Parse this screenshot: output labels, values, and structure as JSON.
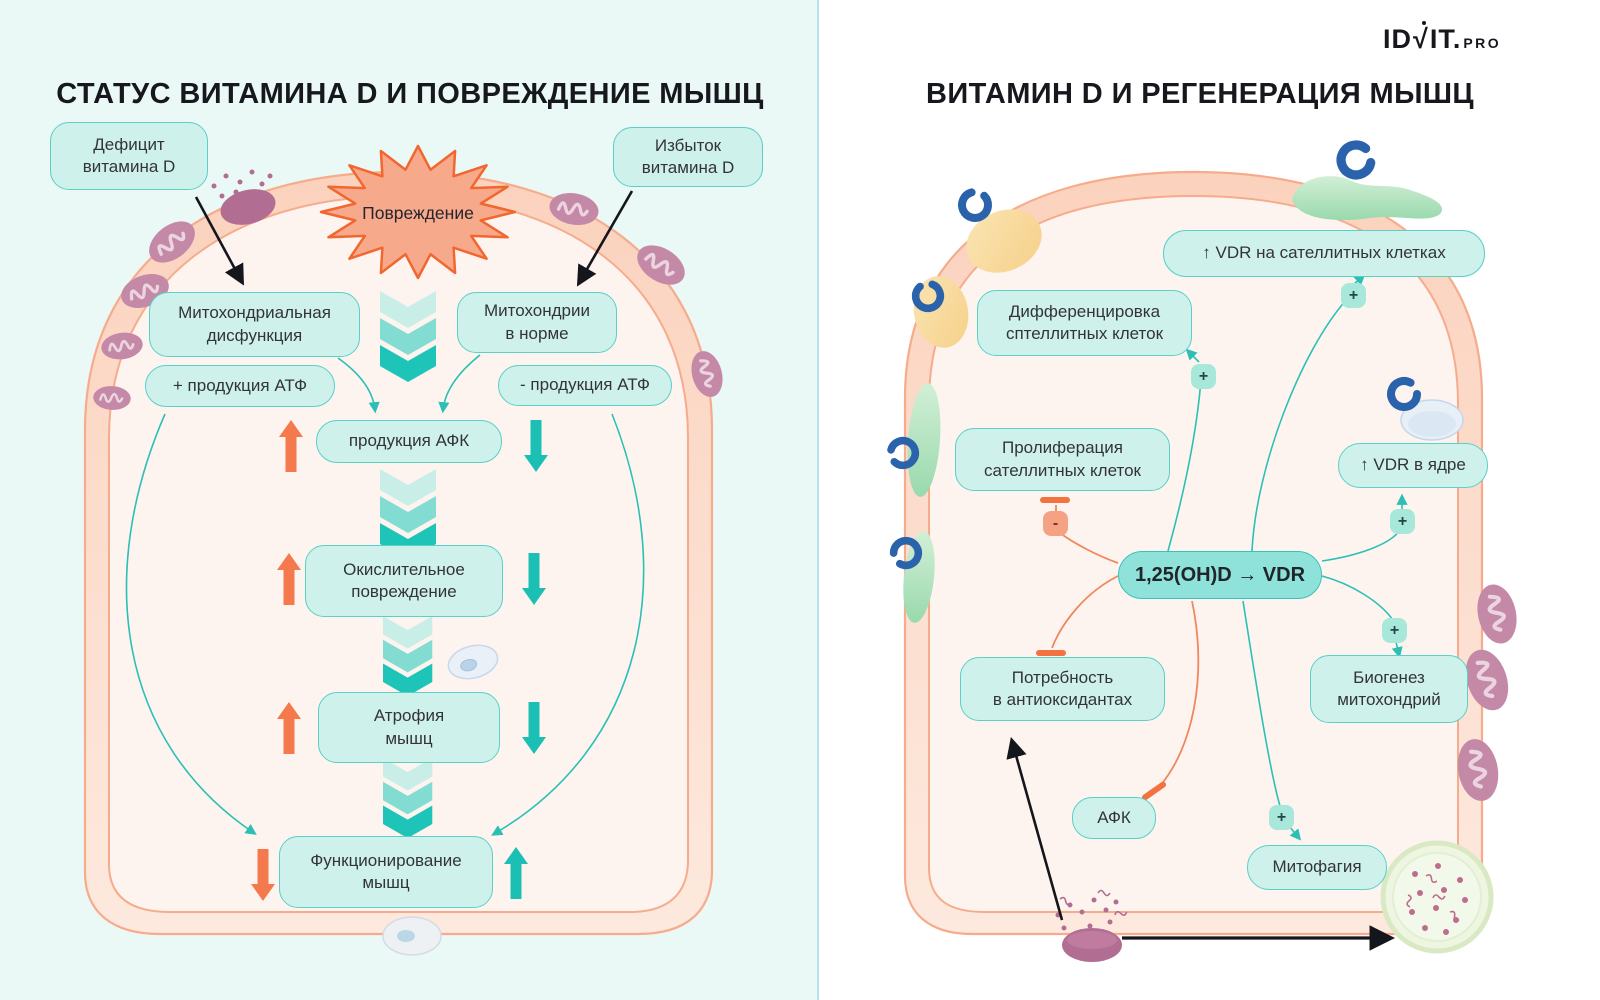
{
  "left_panel": {
    "title": "СТАТУС ВИТАМИНА D И ПОВРЕЖДЕНИЕ МЫШЦ",
    "starburst_label": "Повреждение",
    "boxes": {
      "deficit": "Дефицит\nвитамина D",
      "excess": "Избыток\nвитамина D",
      "mito_dysfunction": "Митохондриальная\nдисфункция",
      "mito_normal": "Митохондрии\nв норме",
      "atp_plus": "+ продукция АТФ",
      "atp_minus": "- продукция АТФ",
      "ros_production": "продукция АФК",
      "oxidative_damage": "Окислительное\nповреждение",
      "muscle_atrophy": "Атрофия\nмышц",
      "muscle_functioning": "Функционирование\nмышц"
    }
  },
  "right_panel": {
    "title": "ВИТАМИН D И РЕГЕНЕРАЦИЯ МЫШЦ",
    "logo": {
      "part1": "ID",
      "check": "√",
      "part2": "IT.",
      "suffix": "PRO"
    },
    "boxes": {
      "vdr_satellite": "↑ VDR на сателлитных клетках",
      "differentiation": "Дифференцировка\nсптеллитных клеток",
      "proliferation": "Пролиферация\nсателлитных клеток",
      "vdr_nucleus": "↑ VDR в ядре",
      "central": "1,25(OH)D → VDR",
      "antioxidant_need": "Потребность\nв антиоксидантах",
      "ros": "АФК",
      "biogenesis": "Биогенез\nмитохондрий",
      "mitophagy": "Митофагия"
    },
    "badges": {
      "plus": "+",
      "minus": "-"
    }
  },
  "colors": {
    "teal_accent": "#1fc4b9",
    "orange_accent": "#f4794c",
    "box_fill": "#cff1ec",
    "box_border": "#5ad0c6",
    "membrane": "#f6ac8c",
    "mitochondrion": "#c489a7",
    "receptor_blue": "#2a63ac",
    "left_background": "#eaf8f6",
    "right_background": "#ffffff"
  }
}
